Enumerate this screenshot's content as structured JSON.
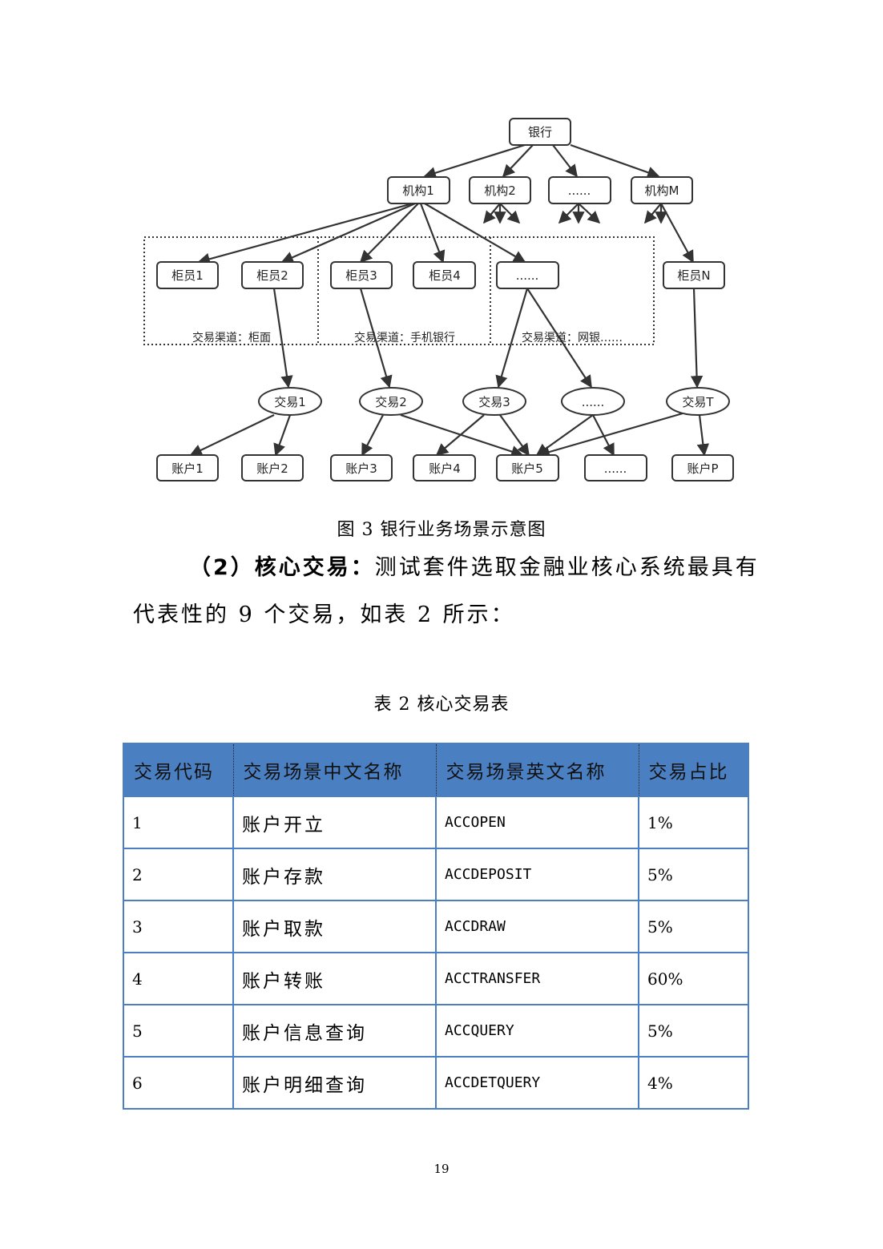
{
  "diagram": {
    "root": "银行",
    "institutions": [
      "机构1",
      "机构2",
      "......",
      "机构M"
    ],
    "tellers": [
      "柜员1",
      "柜员2",
      "柜员3",
      "柜员4",
      "......",
      "柜员N"
    ],
    "channels": [
      "交易渠道：柜面",
      "交易渠道：手机银行",
      "交易渠道：网银……"
    ],
    "transactions": [
      "交易1",
      "交易2",
      "交易3",
      "......",
      "交易T"
    ],
    "accounts": [
      "账户1",
      "账户2",
      "账户3",
      "账户4",
      "账户5",
      "......",
      "账户P"
    ]
  },
  "figure_caption": "图 3 银行业务场景示意图",
  "paragraph": {
    "bold_lead": "（2）核心交易：",
    "line1_rest": "测试套件选取金融业核心系统最具有",
    "line2": "代表性的 9 个交易，如表 2 所示："
  },
  "table_caption": "表 2 核心交易表",
  "table": {
    "headers": [
      "交易代码",
      "交易场景中文名称",
      "交易场景英文名称",
      "交易占比"
    ],
    "rows": [
      [
        "1",
        "账户开立",
        "ACCOPEN",
        "1%"
      ],
      [
        "2",
        "账户存款",
        "ACCDEPOSIT",
        "5%"
      ],
      [
        "3",
        "账户取款",
        "ACCDRAW",
        "5%"
      ],
      [
        "4",
        "账户转账",
        "ACCTRANSFER",
        "60%"
      ],
      [
        "5",
        "账户信息查询",
        "ACCQUERY",
        "5%"
      ],
      [
        "6",
        "账户明细查询",
        "ACCDETQUERY",
        "4%"
      ]
    ]
  },
  "page_number": "19"
}
